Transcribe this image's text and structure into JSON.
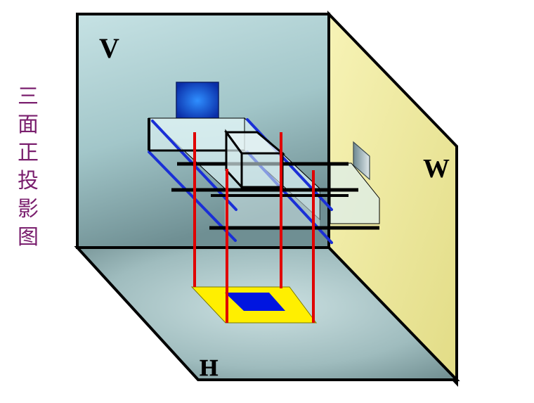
{
  "side_title": [
    "三",
    "面",
    "正",
    "投",
    "影",
    "图"
  ],
  "labels": {
    "v": "V",
    "w": "W",
    "h": "H"
  },
  "colors": {
    "v_plane": "#9fc3c7",
    "w_plane": "#f3efa3",
    "h_plane": "#a9c7c9",
    "projector_red": "#e00000",
    "projector_blue": "#1a2fd6",
    "front_view": "#0a3fd0",
    "top_view_outer": "#ffef00",
    "top_view_inner": "#0015e0",
    "title_text": "#7a1f6e"
  }
}
